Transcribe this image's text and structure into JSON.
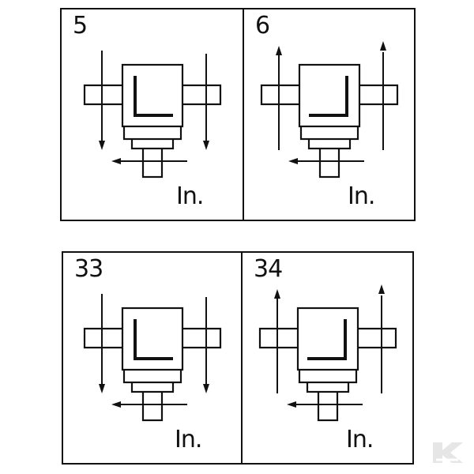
{
  "colors": {
    "line": "#111111",
    "background": "#ffffff",
    "watermark": "#e4e4e4"
  },
  "panels": [
    {
      "number": "5",
      "label": "In.",
      "direction": "down",
      "corner": "left"
    },
    {
      "number": "6",
      "label": "In.",
      "direction": "up",
      "corner": "right"
    },
    {
      "number": "33",
      "label": "In.",
      "direction": "down",
      "corner": "left"
    },
    {
      "number": "34",
      "label": "In.",
      "direction": "up",
      "corner": "right"
    }
  ],
  "watermark": {
    "icon": "brand-k-logo-icon"
  }
}
